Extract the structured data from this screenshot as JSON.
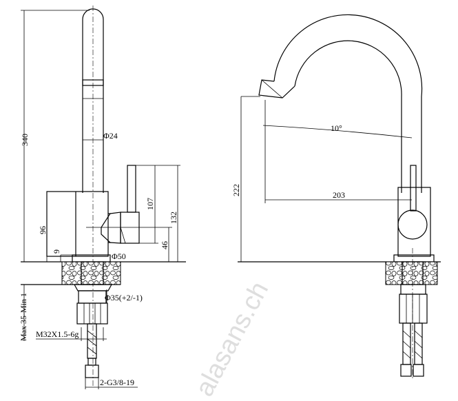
{
  "watermark": "alasans.ch",
  "left_view": {
    "dims": {
      "height_total": "340",
      "spout_diameter": "Φ24",
      "body_height": "96",
      "base_height": "9",
      "base_diameter": "Φ50",
      "handle_height": "107",
      "handle_top": "132",
      "handle_axis": "46",
      "shank_diameter": "Φ35(+2/-1)",
      "counter_thickness": "Max 35-Min 1",
      "thread": "M32X1.5-6g",
      "hose_fitting": "2-G3/8-19"
    }
  },
  "right_view": {
    "dims": {
      "spout_height": "222",
      "reach": "203",
      "angle": "10°"
    }
  }
}
